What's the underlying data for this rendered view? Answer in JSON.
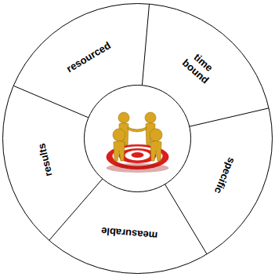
{
  "diagram": {
    "nodes": [
      {
        "text": [
          "resourced"
        ]
      },
      {
        "text": [
          "time bound"
        ]
      },
      {
        "text": [
          "specific"
        ]
      },
      {
        "text": [
          "measurable"
        ]
      },
      {
        "text": [
          "results"
        ]
      }
    ]
  }
}
